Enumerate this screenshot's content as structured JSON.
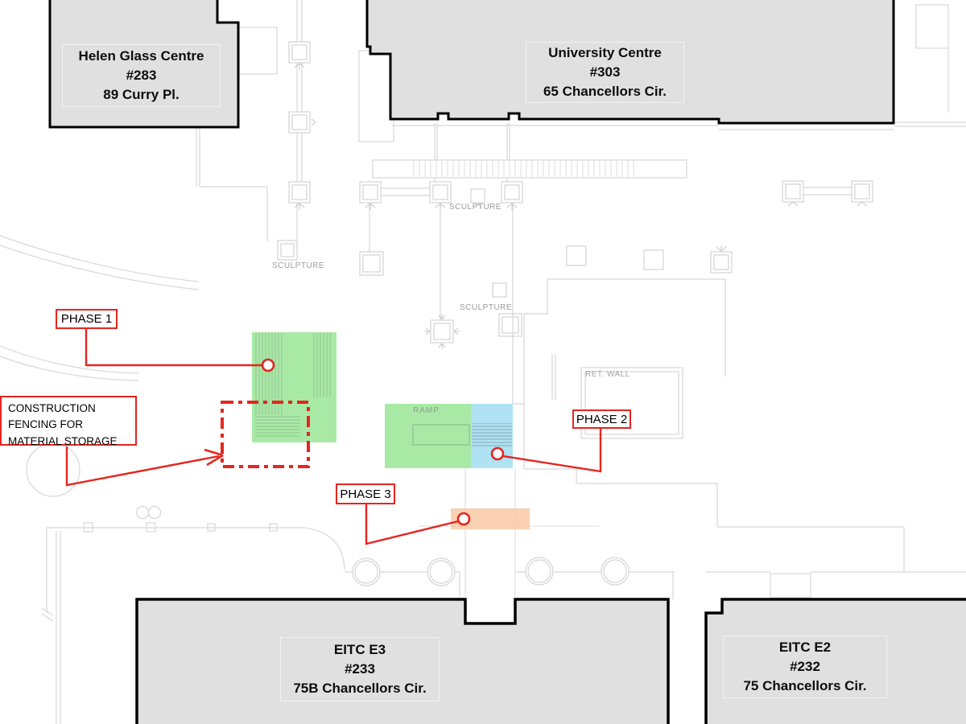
{
  "buildings": [
    {
      "name": "Helen Glass Centre",
      "number": "#283",
      "address": "89 Curry Pl."
    },
    {
      "name": "University Centre",
      "number": "#303",
      "address": "65 Chancellors Cir."
    },
    {
      "name": "EITC E3",
      "number": "#233",
      "address": "75B Chancellors Cir."
    },
    {
      "name": "EITC E2",
      "number": "#232",
      "address": "75 Chancellors Cir."
    }
  ],
  "annotations": {
    "phase1": "PHASE 1",
    "phase2": "PHASE 2",
    "phase3": "PHASE 3",
    "fencing": "CONSTRUCTION\nFENCING FOR\nMATERIAL STORAGE"
  },
  "map_labels": {
    "sculpture1": "SCULPTURE",
    "sculpture2": "SCULPTURE",
    "sculpture3": "SCULPTURE",
    "ramp": "RAMP",
    "ret_wall": "RET. WALL"
  },
  "colors": {
    "phase1_green": "#9fe89b",
    "phase2_blue": "#a6dff2",
    "phase3_orange": "#f9c9a4",
    "annotation_red": "#e52520",
    "building_fill": "#e0e0e0",
    "line_gray": "#d7d7d7"
  }
}
